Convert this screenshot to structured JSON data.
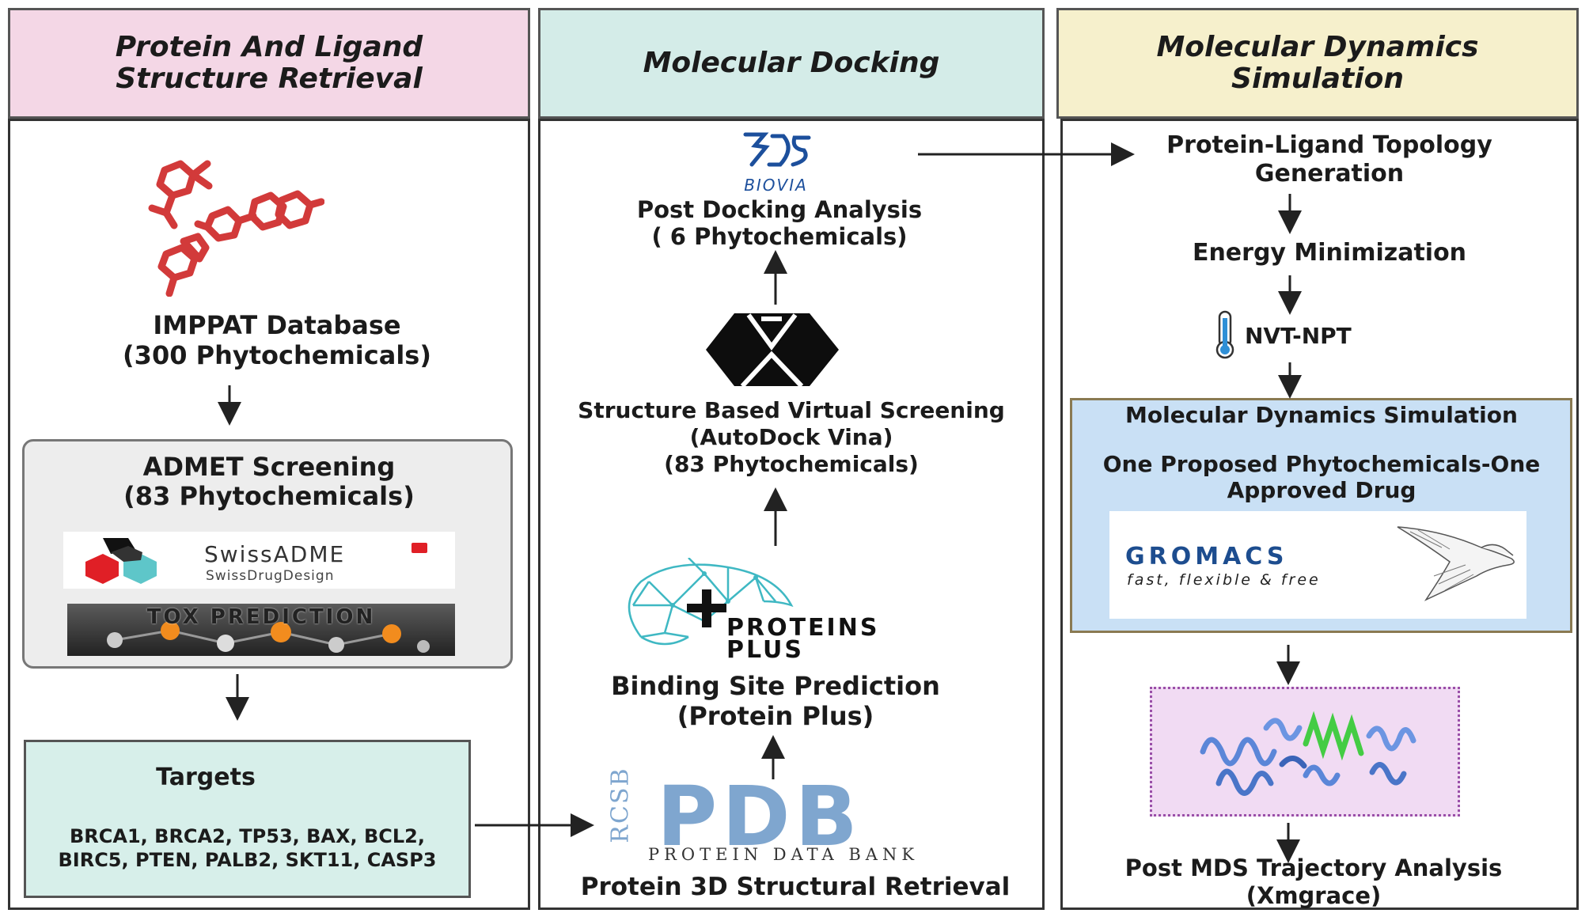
{
  "panels": {
    "left": {
      "title": "Protein And Ligand\nStructure Retrieval"
    },
    "middle": {
      "title": "Molecular Docking"
    },
    "right": {
      "title": "Molecular Dynamics\nSimulation"
    }
  },
  "left": {
    "impppat": "IMPPAT Database\n(300 Phytochemicals)",
    "admet": "ADMET Screening\n(83 Phytochemicals)",
    "swissadme_title": "SwissADME",
    "swissadme_sub": "SwissDrugDesign",
    "tox": "TOX PREDICTION",
    "targets_title": "Targets",
    "targets_list": "BRCA1, BRCA2, TP53, BAX, BCL2,\nBIRC5, PTEN, PALB2, SKT11, CASP3"
  },
  "middle": {
    "biovia_logo": "BIOVIA",
    "post_docking": "Post Docking Analysis\n( 6 Phytochemicals)",
    "sbvs": "Structure Based Virtual Screening\n(AutoDock Vina)\n(83 Phytochemicals)",
    "proteins_plus_logo": "PROTEINS\nPLUS",
    "binding_site": "Binding Site Prediction\n(Protein Plus)",
    "rcsb_logo": "RCSB",
    "pdb_logo": "PDB",
    "pdb_sub": "PROTEIN DATA BANK",
    "protein_retrieval": "Protein 3D Structural Retrieval"
  },
  "right": {
    "topology": "Protein-Ligand Topology\nGeneration",
    "energy": "Energy Minimization",
    "nvt": "NVT-NPT",
    "mds_title": "Molecular Dynamics Simulation",
    "mds_sub": "One Proposed Phytochemicals-One\nApproved Drug",
    "gromacs": "GROMACS",
    "gromacs_tag": "fast, flexible & free",
    "post_mds": "Post MDS Trajectory Analysis\n(Xmgrace)"
  },
  "colors": {
    "left_header": "#f4d7e6",
    "middle_header": "#d4ece8",
    "right_header": "#f6f0cc",
    "admet_box": "#ededed",
    "targets_box": "#d7efea",
    "mds_box": "#c9e0f5",
    "molecule_red": "#d23a3a",
    "pdb_blue": "#7fa6cf",
    "arrow": "#222222"
  }
}
